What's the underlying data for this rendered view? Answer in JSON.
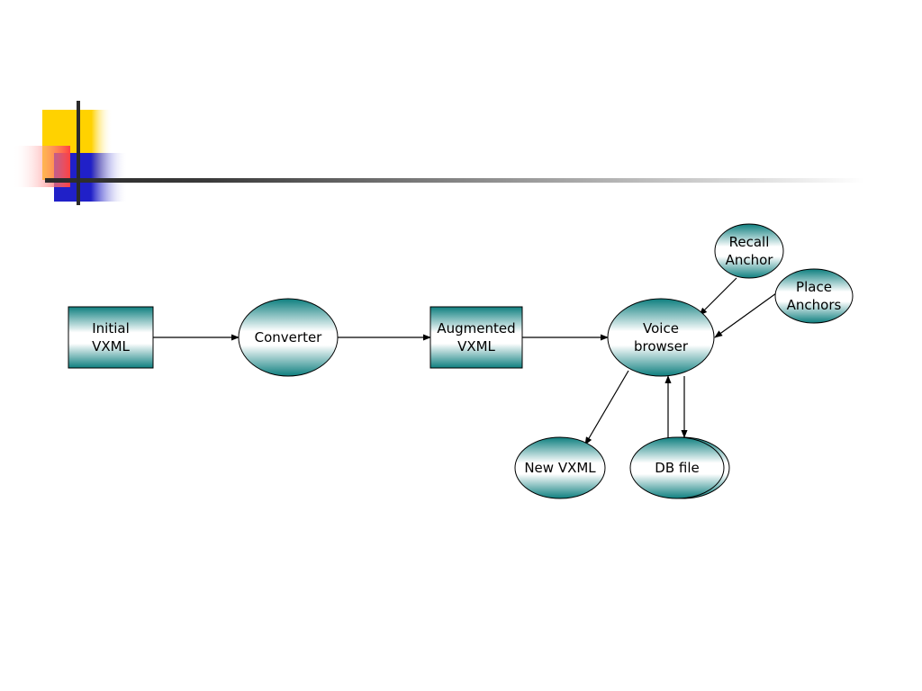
{
  "colors": {
    "node_fill_edge": "#0e7f7f",
    "node_fill_center": "#ffffff",
    "stroke": "#000000",
    "deco_yellow": "#ffd700",
    "deco_red": "#ff5a5a",
    "deco_blue": "#2a2ad0",
    "rule_dark": "#303030"
  },
  "nodes": [
    {
      "id": "initial-vxml",
      "shape": "rect",
      "lines": [
        "Initial",
        "VXML"
      ]
    },
    {
      "id": "converter",
      "shape": "ellipse",
      "lines": [
        "Converter"
      ]
    },
    {
      "id": "augmented-vxml",
      "shape": "rect",
      "lines": [
        "Augmented",
        "VXML"
      ]
    },
    {
      "id": "voice-browser",
      "shape": "ellipse",
      "lines": [
        "Voice",
        "browser"
      ]
    },
    {
      "id": "recall-anchor",
      "shape": "ellipse",
      "lines": [
        "Recall",
        "Anchor"
      ]
    },
    {
      "id": "place-anchors",
      "shape": "ellipse",
      "lines": [
        "Place",
        "Anchors"
      ]
    },
    {
      "id": "new-vxml",
      "shape": "ellipse",
      "lines": [
        "New VXML"
      ]
    },
    {
      "id": "db-file",
      "shape": "stacked-ellipse",
      "lines": [
        "DB file"
      ]
    }
  ],
  "edges": [
    {
      "from": "initial-vxml",
      "to": "converter"
    },
    {
      "from": "converter",
      "to": "augmented-vxml"
    },
    {
      "from": "augmented-vxml",
      "to": "voice-browser"
    },
    {
      "from": "recall-anchor",
      "to": "voice-browser"
    },
    {
      "from": "place-anchors",
      "to": "voice-browser"
    },
    {
      "from": "voice-browser",
      "to": "new-vxml"
    },
    {
      "from": "voice-browser",
      "to": "db-file"
    },
    {
      "from": "db-file",
      "to": "voice-browser"
    }
  ]
}
